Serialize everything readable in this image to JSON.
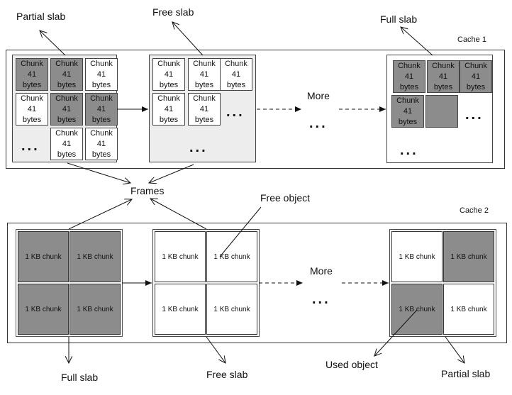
{
  "labels": {
    "partial_slab_top": "Partial slab",
    "free_slab_top": "Free slab",
    "full_slab_top": "Full slab",
    "frames": "Frames",
    "free_object": "Free object",
    "full_slab_bottom": "Full slab",
    "free_slab_bottom": "Free slab",
    "used_object": "Used object",
    "partial_slab_bottom": "Partial slab"
  },
  "cache1": {
    "title": "Cache 1",
    "chunk_line1": "Chunk",
    "chunk_line2": "41",
    "chunk_line3": "bytes",
    "more": "More",
    "ellipsis": "..."
  },
  "cache2": {
    "title": "Cache 2",
    "chunk_label": "1 KB chunk",
    "more": "More",
    "ellipsis": "..."
  },
  "colors": {
    "used_chunk": "#8c8c8c",
    "slab_background": "#ededed",
    "free_chunk": "#ffffff"
  }
}
